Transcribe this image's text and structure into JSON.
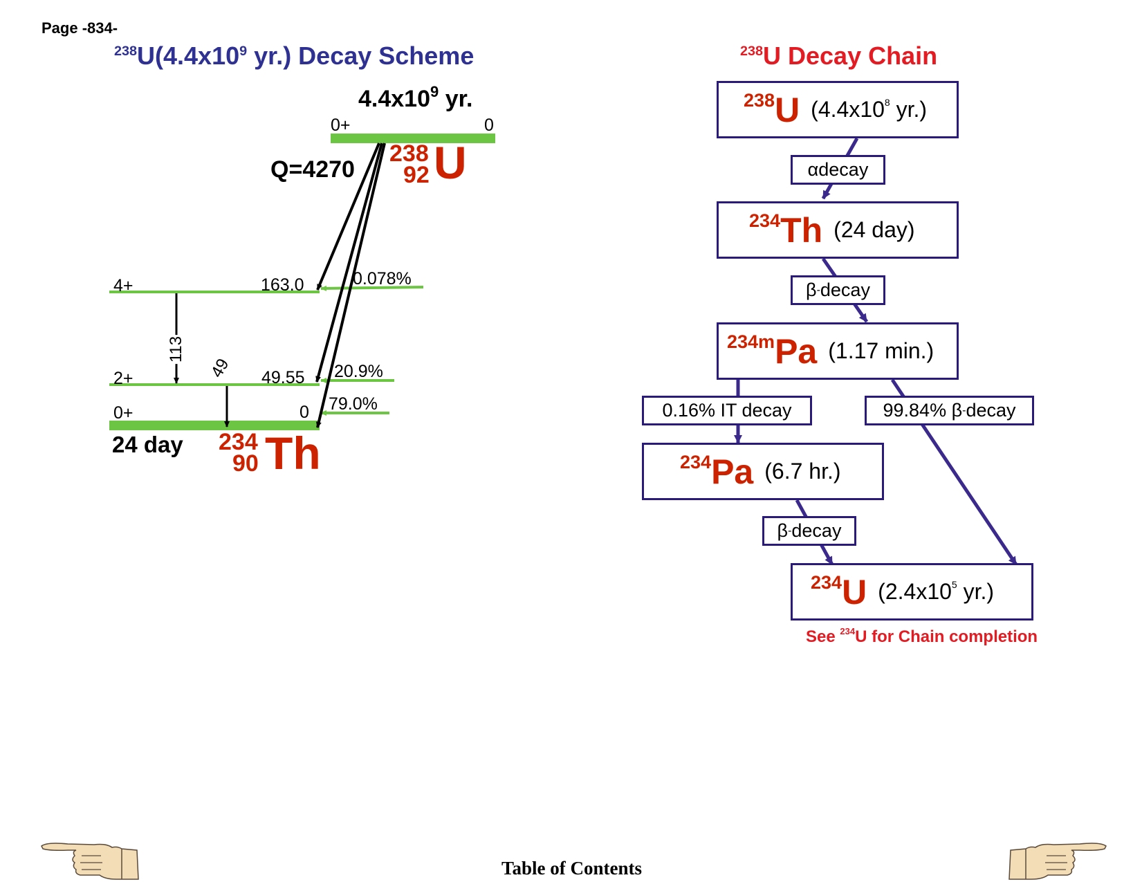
{
  "page": {
    "number": "Page -834-",
    "toc_link": "Table of Contents"
  },
  "colors": {
    "level_line": "#6cc644",
    "nuclide_red": "#cc2200",
    "title_blue": "#2e3192",
    "title_red": "#e31b23",
    "chain_arrow": "#3b2a8c"
  },
  "decay_scheme": {
    "title_mass": "238",
    "title_rest": "U(4.4x10",
    "title_exp": "9",
    "title_end": " yr.) Decay Scheme",
    "parent": {
      "halflife_main": "4.4x10",
      "halflife_exp": "9",
      "halflife_unit": " yr.",
      "spin": "0+",
      "energy": "0",
      "mass": "238",
      "z": "92",
      "symbol": "U",
      "q_value": "Q=4270"
    },
    "daughter": {
      "halflife": "24 day",
      "mass": "234",
      "z": "90",
      "symbol": "Th"
    },
    "levels": [
      {
        "spin": "4+",
        "energy": "163.0",
        "branch": "0.078%"
      },
      {
        "spin": "2+",
        "energy": "49.55",
        "branch": "20.9%"
      },
      {
        "spin": "0+",
        "energy": "0",
        "branch": "79.0%"
      }
    ],
    "gammas": [
      {
        "label": "113"
      },
      {
        "label": "49"
      }
    ]
  },
  "decay_chain": {
    "title_mass": "238",
    "title_text": "U Decay Chain",
    "nuclides": [
      {
        "mass": "238",
        "symbol": "U",
        "halflife_main": "(4.4x10",
        "halflife_exp": "8",
        "halflife_end": " yr.)"
      },
      {
        "mass": "234",
        "symbol": "Th",
        "halflife_main": "(24 day)",
        "halflife_exp": "",
        "halflife_end": ""
      },
      {
        "mass": "234m",
        "symbol": "Pa",
        "halflife_main": "(1.17 min.)",
        "halflife_exp": "",
        "halflife_end": ""
      },
      {
        "mass": "234",
        "symbol": "Pa",
        "halflife_main": "(6.7 hr.)",
        "halflife_exp": "",
        "halflife_end": ""
      },
      {
        "mass": "234",
        "symbol": "U",
        "halflife_main": "(2.4x10",
        "halflife_exp": "5",
        "halflife_end": " yr.)"
      }
    ],
    "decays": [
      {
        "prefix": "",
        "particle": "α",
        "sup": "",
        "text": " decay"
      },
      {
        "prefix": "",
        "particle": "β",
        "sup": "-",
        "text": " decay"
      },
      {
        "prefix": "0.16% IT decay",
        "particle": "",
        "sup": "",
        "text": ""
      },
      {
        "prefix": "99.84% ",
        "particle": "β",
        "sup": "-",
        "text": " decay"
      },
      {
        "prefix": "",
        "particle": "β",
        "sup": "-",
        "text": " decay"
      }
    ],
    "note_prefix": "See ",
    "note_mass": "234",
    "note_text": "U for Chain completion"
  }
}
